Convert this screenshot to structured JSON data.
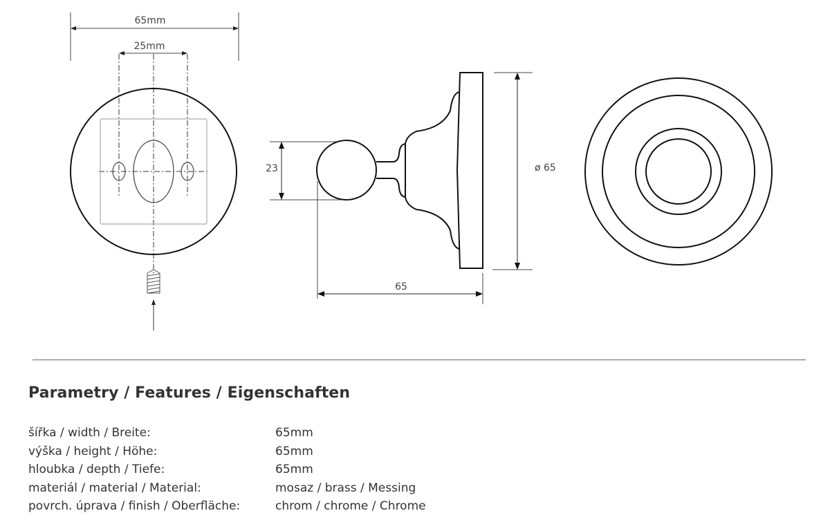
{
  "drawing": {
    "front_width": "65mm",
    "hole_spacing": "25mm",
    "ball_diameter": "23",
    "depth": "65",
    "plate_diameter": "ø 65"
  },
  "features": {
    "heading": "Parametry / Features / Eigenschaften",
    "rows": [
      {
        "label": "šířka / width / Breite:",
        "value": "65mm"
      },
      {
        "label": "výška / height / Höhe:",
        "value": "65mm"
      },
      {
        "label": "hloubka / depth / Tiefe:",
        "value": "65mm"
      },
      {
        "label": "materiál / material / Material:",
        "value": "mosaz / brass / Messing"
      },
      {
        "label": "povrch. úprava / finish / Oberfläche:",
        "value": "chrom / chrome / Chrome"
      }
    ]
  }
}
